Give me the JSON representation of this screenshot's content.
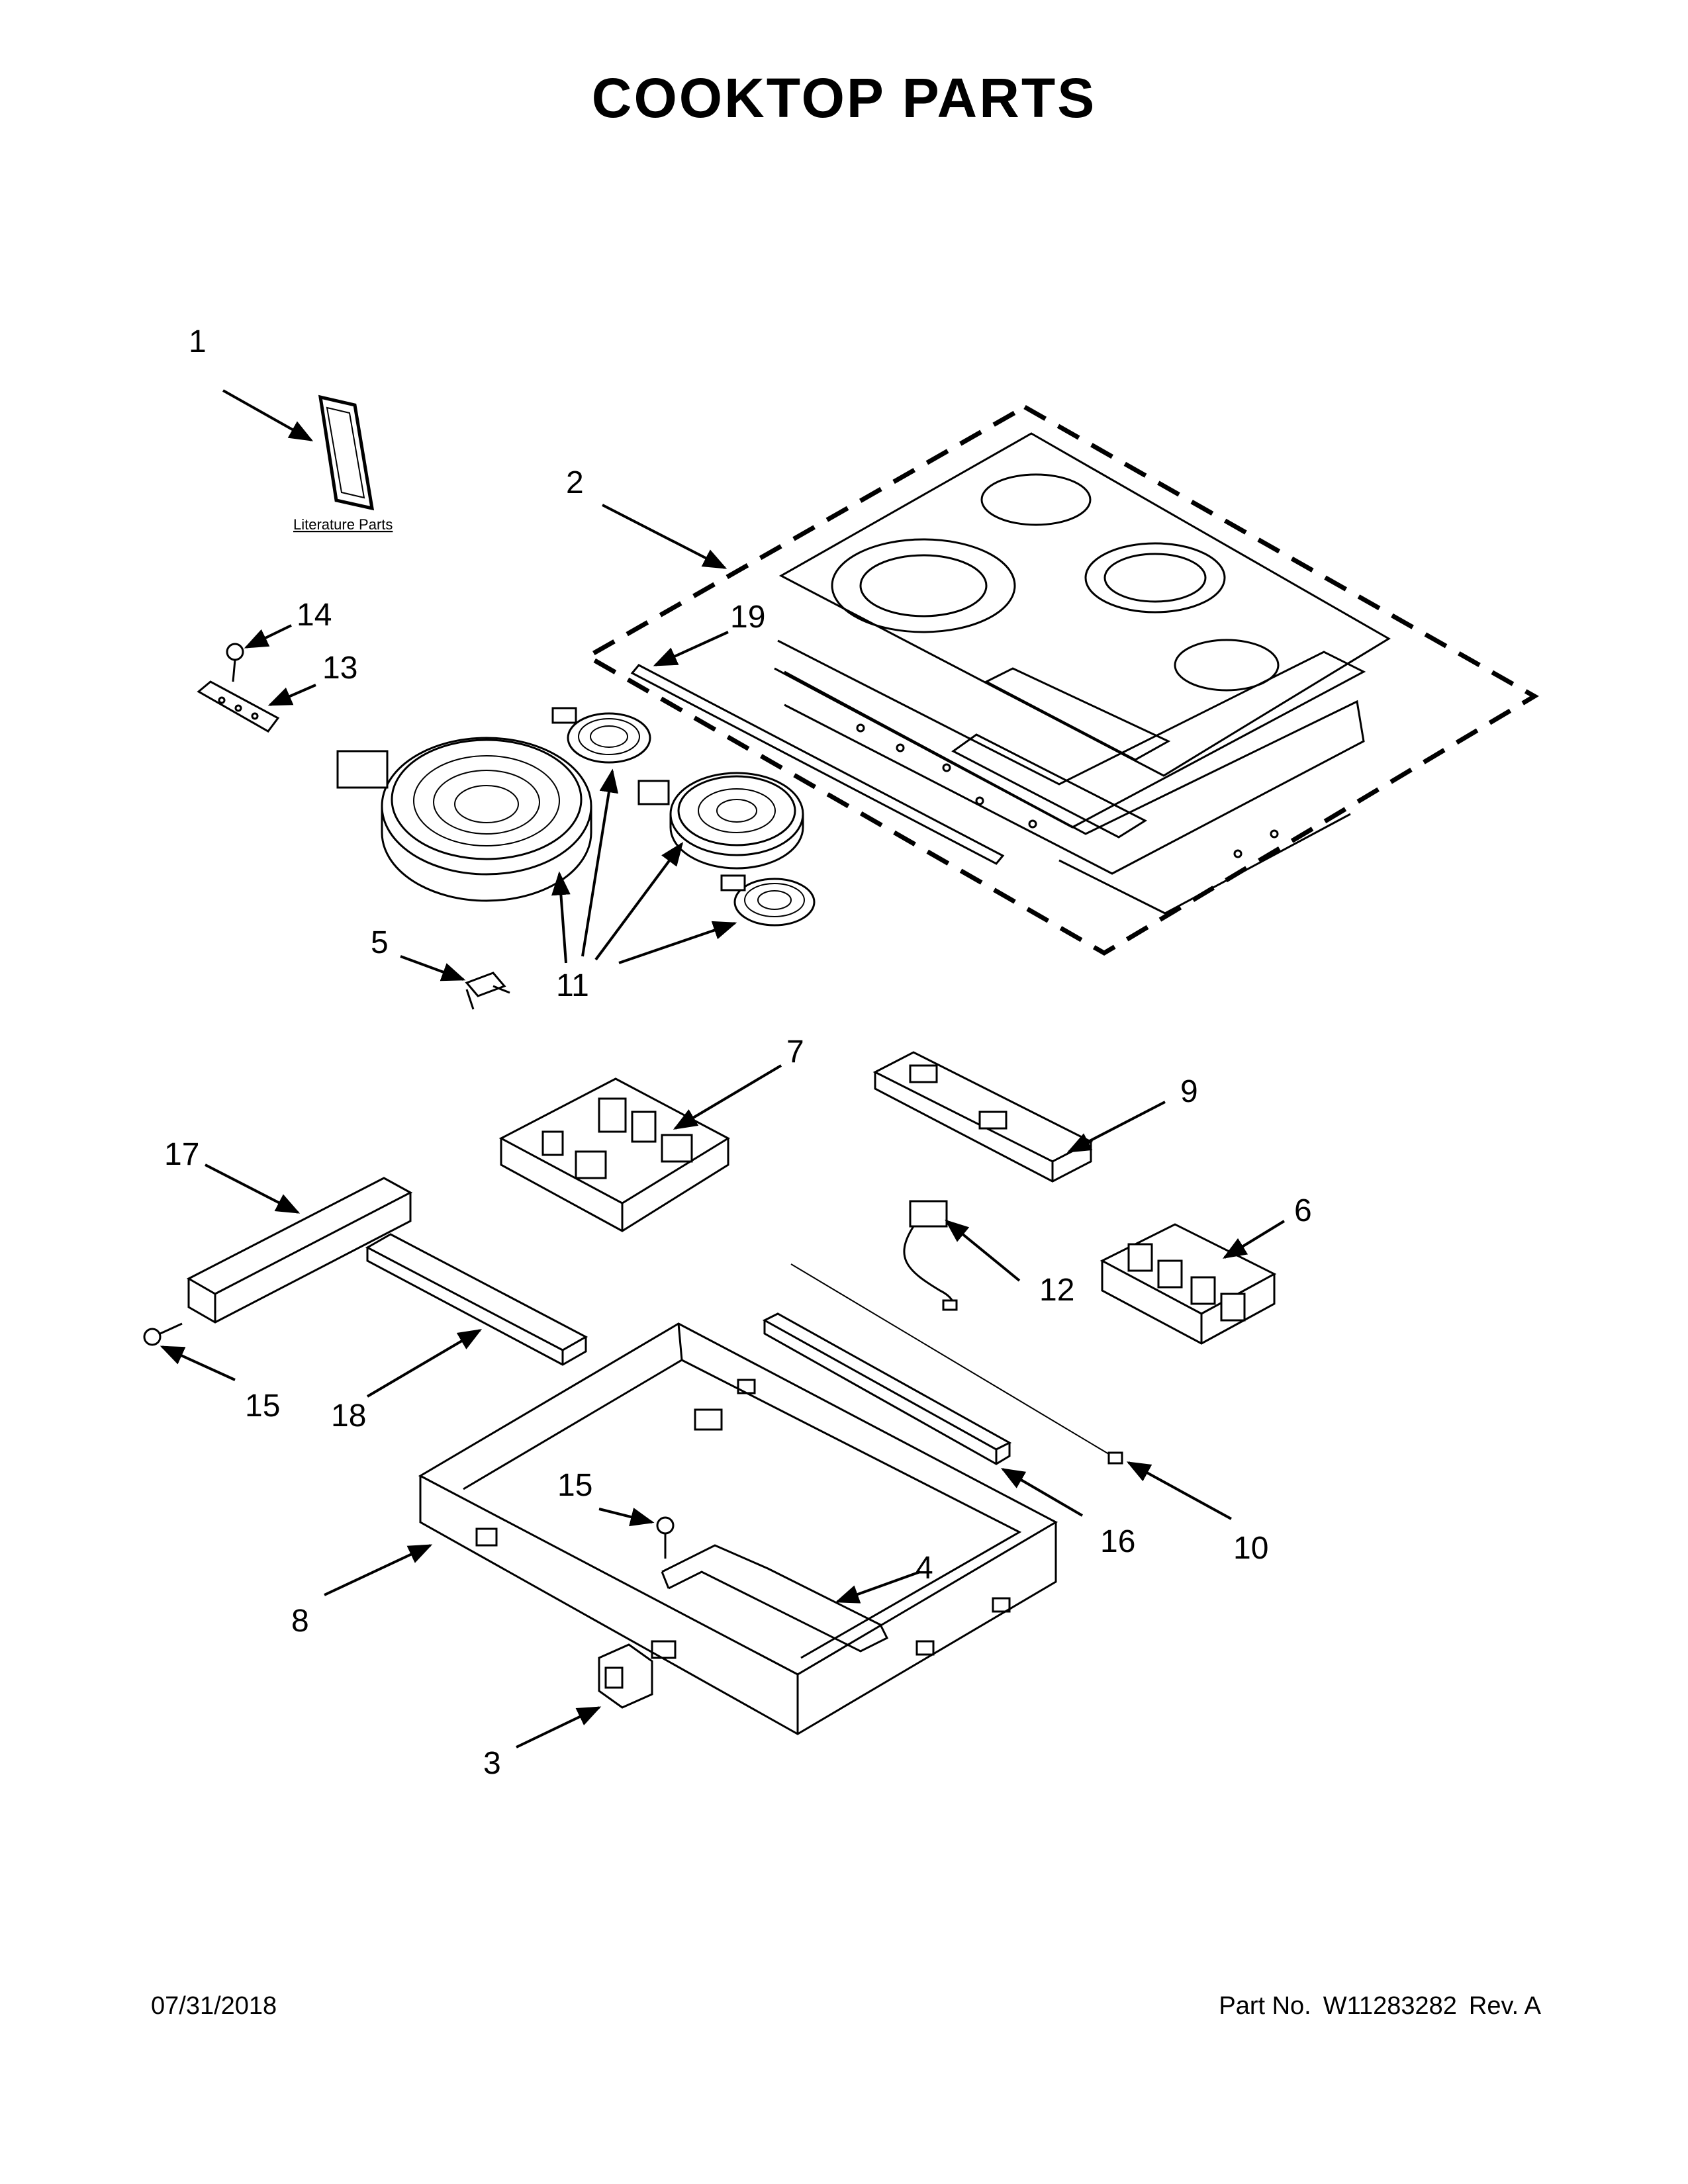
{
  "title": "COOKTOP PARTS",
  "literature_label": "Literature Parts",
  "callouts": {
    "c1": "1",
    "c2": "2",
    "c3": "3",
    "c4": "4",
    "c5": "5",
    "c6": "6",
    "c7": "7",
    "c8": "8",
    "c9": "9",
    "c10": "10",
    "c11": "11",
    "c12": "12",
    "c13": "13",
    "c14": "14",
    "c15a": "15",
    "c15b": "15",
    "c16": "16",
    "c17": "17",
    "c18": "18",
    "c19": "19"
  },
  "footer": {
    "date": "07/31/2018",
    "part_no_label": "Part No.",
    "part_no": "W11283282",
    "rev": "Rev. A"
  }
}
